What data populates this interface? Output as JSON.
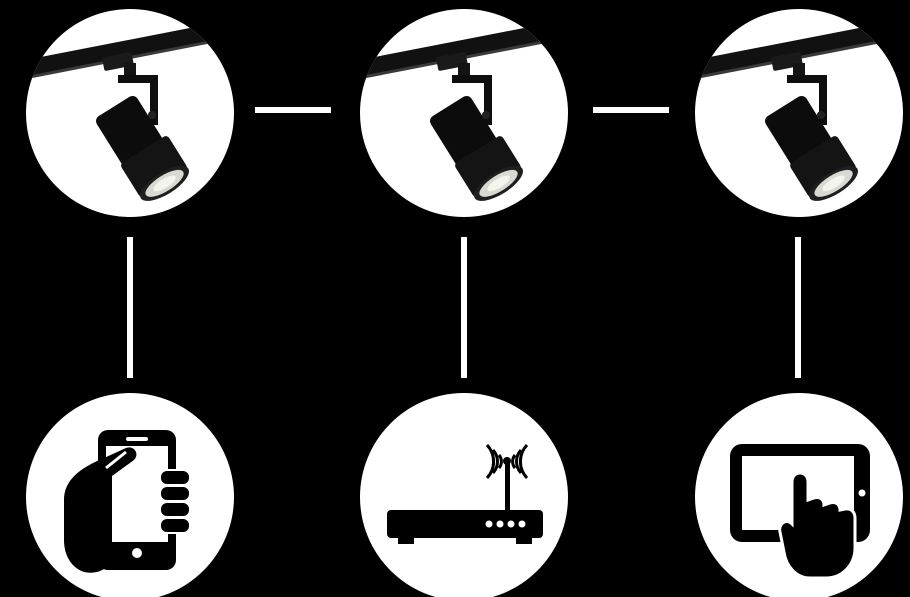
{
  "colors": {
    "background": "#000000",
    "circle": "#ffffff",
    "connector": "#ffffff",
    "fixture": "#0b0b0b",
    "lens_glow": "#e9e9e3",
    "icon": "#000000"
  },
  "spotlights": [
    {
      "name": "spotlight-1",
      "icon": "track-spotlight-icon"
    },
    {
      "name": "spotlight-2",
      "icon": "track-spotlight-icon"
    },
    {
      "name": "spotlight-3",
      "icon": "track-spotlight-icon"
    }
  ],
  "devices": [
    {
      "name": "smartphone",
      "icon": "smartphone-in-hand-icon"
    },
    {
      "name": "router",
      "icon": "wifi-router-icon"
    },
    {
      "name": "tablet",
      "icon": "tablet-touch-icon"
    }
  ],
  "connections": {
    "horizontal": [
      [
        "spotlight-1",
        "spotlight-2"
      ],
      [
        "spotlight-2",
        "spotlight-3"
      ]
    ],
    "vertical": [
      [
        "spotlight-1",
        "smartphone"
      ],
      [
        "spotlight-2",
        "router"
      ],
      [
        "spotlight-3",
        "tablet"
      ]
    ]
  }
}
